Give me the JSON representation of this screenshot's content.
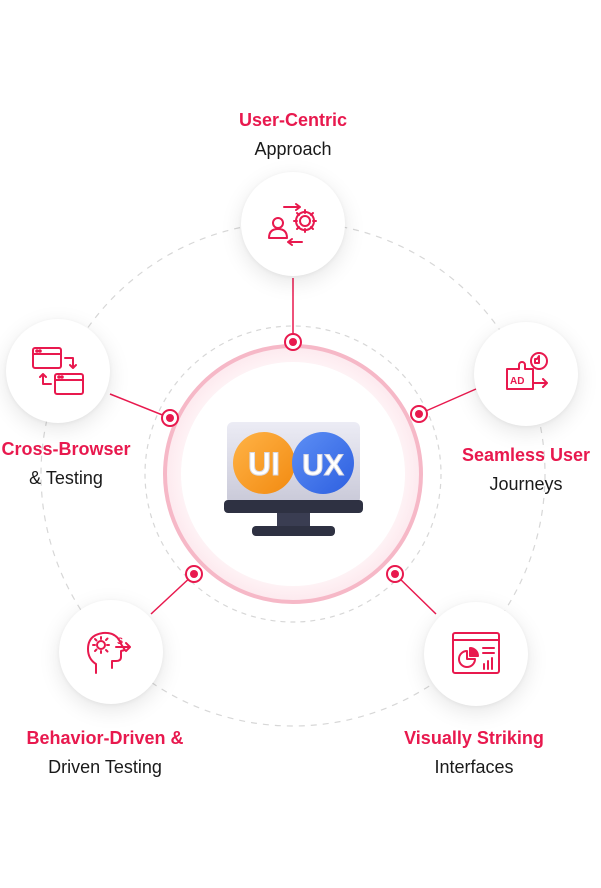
{
  "accent_color": "#e8194e",
  "center": {
    "icon": "ui-ux-monitor-icon",
    "badge_left": "UI",
    "badge_right": "UX"
  },
  "nodes": [
    {
      "icon": "user-settings-exchange-icon",
      "line1": "User-Centric",
      "line2": "Approach"
    },
    {
      "icon": "ad-journey-puzzle-icon",
      "line1": "Seamless User",
      "line2": "Journeys"
    },
    {
      "icon": "dashboard-chart-icon",
      "line1": "Visually Striking",
      "line2": "Interfaces"
    },
    {
      "icon": "head-gear-icon",
      "line1": "Behavior-Driven &",
      "line2": "Driven Testing"
    },
    {
      "icon": "browser-sync-icon",
      "line1": "Cross-Browser",
      "line2": "& Testing"
    }
  ]
}
